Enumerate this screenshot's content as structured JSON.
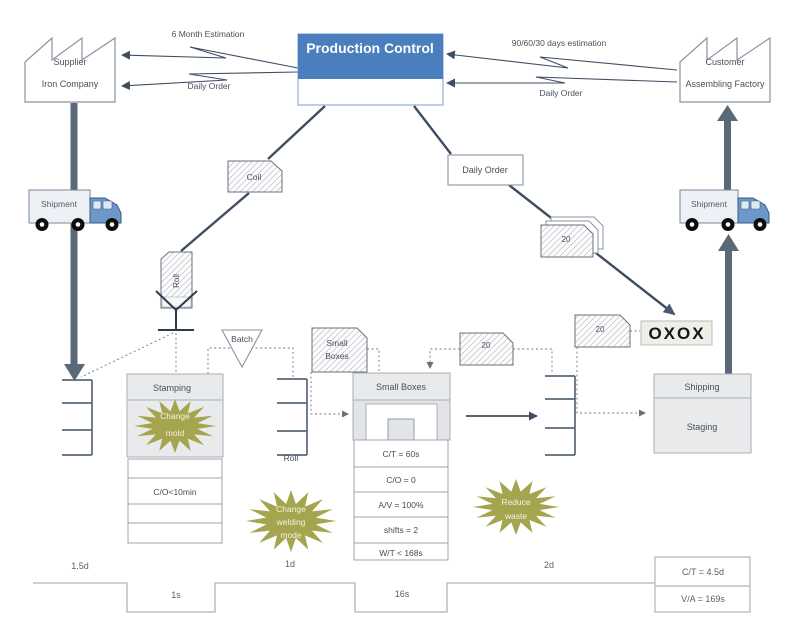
{
  "colors": {
    "pc_blue": "#4a7ebc",
    "truck_blue": "#6b97c9",
    "flow_slate": "#5a6878",
    "burst_olive": "#a6a54f",
    "box_gray": "#e9eaec"
  },
  "supplier": {
    "name": "Supplier",
    "company": "Iron Company",
    "shipment": "Shipment"
  },
  "customer": {
    "name": "Customer",
    "company": "Assembling Factory",
    "shipment": "Shipment"
  },
  "production_control": {
    "title": "Production Control"
  },
  "info_flows": {
    "six_month": "6 Month Estimation",
    "daily_order_left": "Daily Order",
    "days_estimation": "90/60/30 days estimation",
    "daily_order_right": "Daily Order",
    "daily_order_box": "Daily Order"
  },
  "cards": {
    "coil": "Coil",
    "roll": "Roll",
    "small_boxes_line1": "Small",
    "small_boxes_line2": "Boxes",
    "qty_mid": "20",
    "qty_right": "20",
    "qty_stack": "20",
    "batch": "Batch",
    "roll_queue_label": "Roll"
  },
  "heijunka": {
    "label": "OXOX"
  },
  "stamping": {
    "title": "Stamping",
    "table_rows": [
      "",
      "C/O<10min",
      "",
      ""
    ]
  },
  "small_boxes_process": {
    "title": "Small Boxes",
    "table_rows": [
      "C/T = 60s",
      "C/O = 0",
      "A/V = 100%",
      "shifts = 2",
      "W/T < 168s"
    ]
  },
  "shipping": {
    "title": "Shipping",
    "subtitle": "Staging"
  },
  "bursts": {
    "change_mold": [
      "Change",
      "mold"
    ],
    "change_welding": [
      "Change",
      "welding",
      "mode"
    ],
    "reduce_waste": [
      "Reduce",
      "waste"
    ]
  },
  "timeline": {
    "lead_times": [
      "1.5d",
      "1d",
      "2d"
    ],
    "process_times": [
      "1s",
      "16s"
    ],
    "total_lead": "C/T = 4.5d",
    "total_va": "V/A = 169s"
  }
}
